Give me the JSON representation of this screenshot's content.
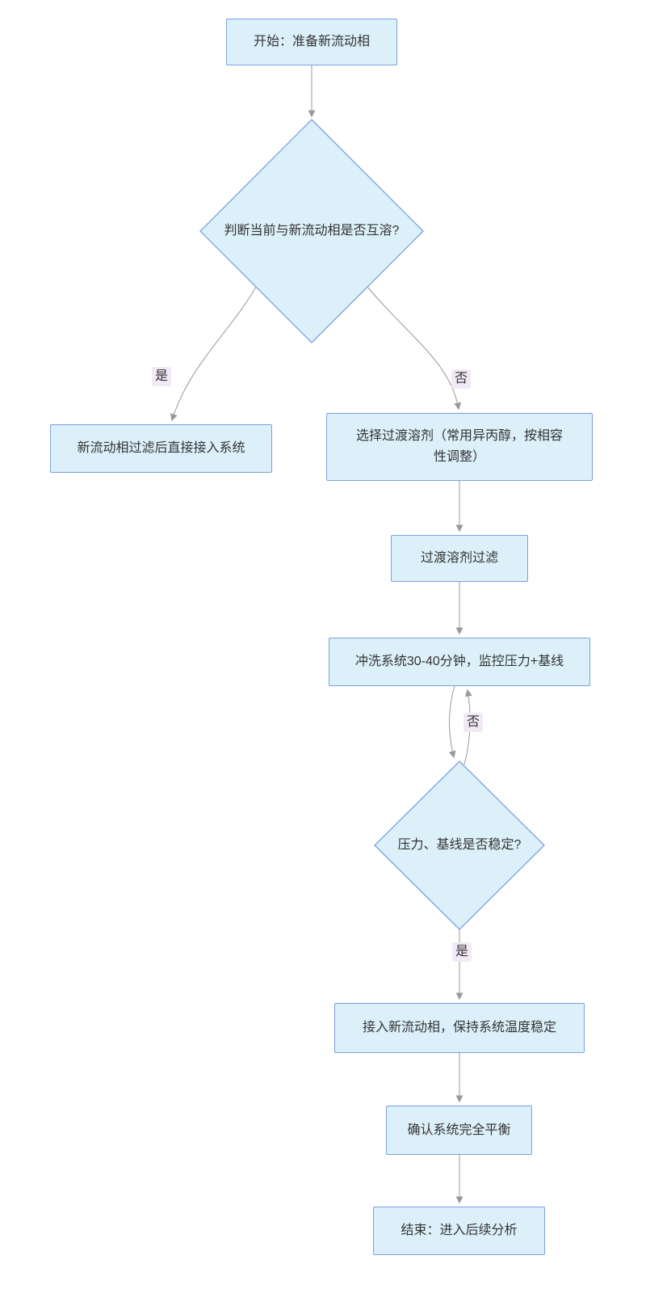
{
  "nodes": {
    "start": "开始：准备新流动相",
    "decision_miscible": "判断当前与新流动相是否互溶?",
    "direct_connect": "新流动相过滤后直接接入系统",
    "transition_solvent": "选择过渡溶剂（常用异丙醇，按相容性调整）",
    "filter_transition": "过渡溶剂过滤",
    "flush_system": "冲洗系统30-40分钟，监控压力+基线",
    "decision_stable": "压力、基线是否稳定?",
    "connect_new": "接入新流动相，保持系统温度稳定",
    "confirm_equilibrium": "确认系统完全平衡",
    "end": "结束：进入后续分析"
  },
  "edge_labels": {
    "miscible_yes": "是",
    "miscible_no": "否",
    "stable_no": "否",
    "stable_yes": "是"
  },
  "colors": {
    "node_fill": "#dcf0fa",
    "node_border": "#7aa0e0",
    "edge_line": "#999999",
    "edge_label_bg": "#f2e9f7",
    "text": "#333333",
    "background": "#ffffff"
  }
}
